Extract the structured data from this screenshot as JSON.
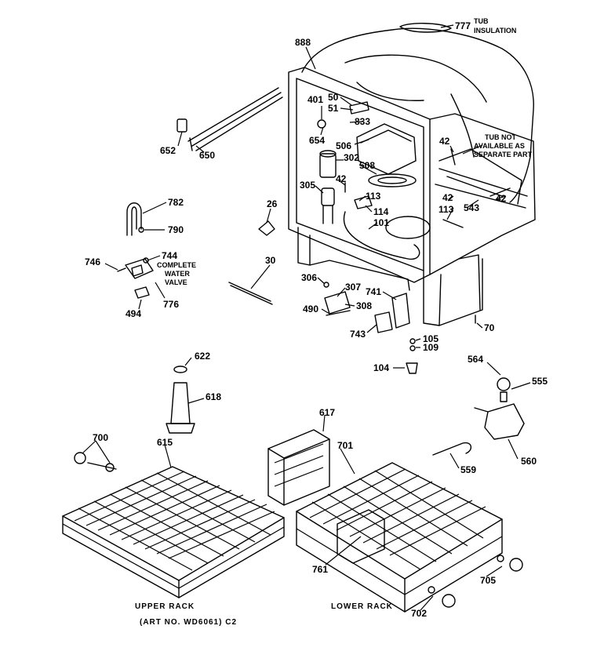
{
  "labels": {
    "l777": "777",
    "l888": "888",
    "l50": "50",
    "l51": "51",
    "l401": "401",
    "l833": "833",
    "l654": "654",
    "l506": "506",
    "l302": "302",
    "l508": "508",
    "l42a": "42",
    "l42b": "42",
    "l42c": "42",
    "l42d": "42",
    "l305": "305",
    "l113a": "113",
    "l113b": "113",
    "l114": "114",
    "l101": "101",
    "l543": "543",
    "l652": "652",
    "l650": "650",
    "l782": "782",
    "l790": "790",
    "l746": "746",
    "l744": "744",
    "l776": "776",
    "l494": "494",
    "l26": "26",
    "l30": "30",
    "l306": "306",
    "l307": "307",
    "l741": "741",
    "l308": "308",
    "l490": "490",
    "l743": "743",
    "l70": "70",
    "l105": "105",
    "l109": "109",
    "l104": "104",
    "l564": "564",
    "l555": "555",
    "l560": "560",
    "l559": "559",
    "l622": "622",
    "l618": "618",
    "l617": "617",
    "l700": "700",
    "l615": "615",
    "l701": "701",
    "l761": "761",
    "l705": "705",
    "l702": "702"
  },
  "notes": {
    "tub_insulation_1": "TUB",
    "tub_insulation_2": "INSULATION",
    "tub_not_1": "TUB NOT",
    "tub_not_2": "AVAILABLE AS",
    "tub_not_3": "SEPARATE PART",
    "valve_1": "COMPLETE",
    "valve_2": "WATER",
    "valve_3": "VALVE"
  },
  "captions": {
    "upper_rack": "UPPER RACK",
    "lower_rack": "LOWER RACK",
    "art_no": "(ART NO. WD6061) C2"
  }
}
